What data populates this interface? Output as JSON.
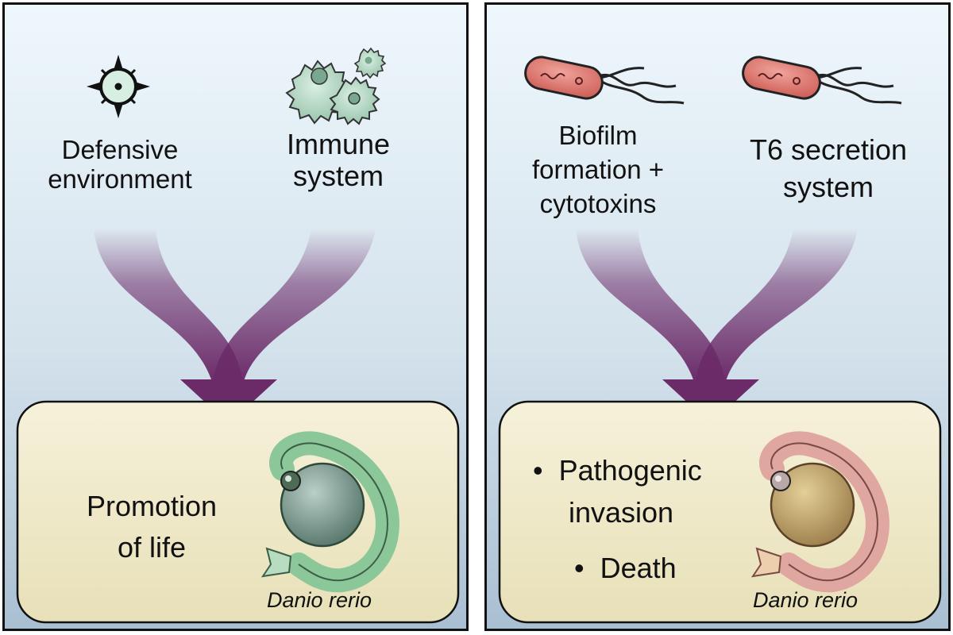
{
  "left_panel": {
    "input_1": {
      "icon": "defensive-environment-icon",
      "label_lines": [
        "Defensive",
        "environment"
      ]
    },
    "input_2": {
      "icon": "immune-cells-icon",
      "label_lines": [
        "Immune",
        "system"
      ]
    },
    "outcome_lines": [
      "Promotion",
      "of life"
    ],
    "species": "Danio rerio",
    "fish_color": "#8cc79a"
  },
  "right_panel": {
    "input_1": {
      "icon": "bacterium-icon",
      "label_lines": [
        "Biofilm",
        "formation +",
        "cytotoxins"
      ]
    },
    "input_2": {
      "icon": "bacterium-icon",
      "label_lines": [
        "T6 secretion",
        "system"
      ]
    },
    "outcomes": [
      {
        "bullet": "•",
        "lines": [
          "Pathogenic",
          "invasion"
        ]
      },
      {
        "bullet": "•",
        "lines": [
          "Death"
        ]
      }
    ],
    "species": "Danio rerio",
    "fish_color": "#e0a6a0"
  },
  "colors": {
    "arrow": "#6b2a68",
    "background_top": "#eef7fc",
    "background_bottom": "#a9bfd2",
    "outcome_box": "#f3eed0"
  }
}
